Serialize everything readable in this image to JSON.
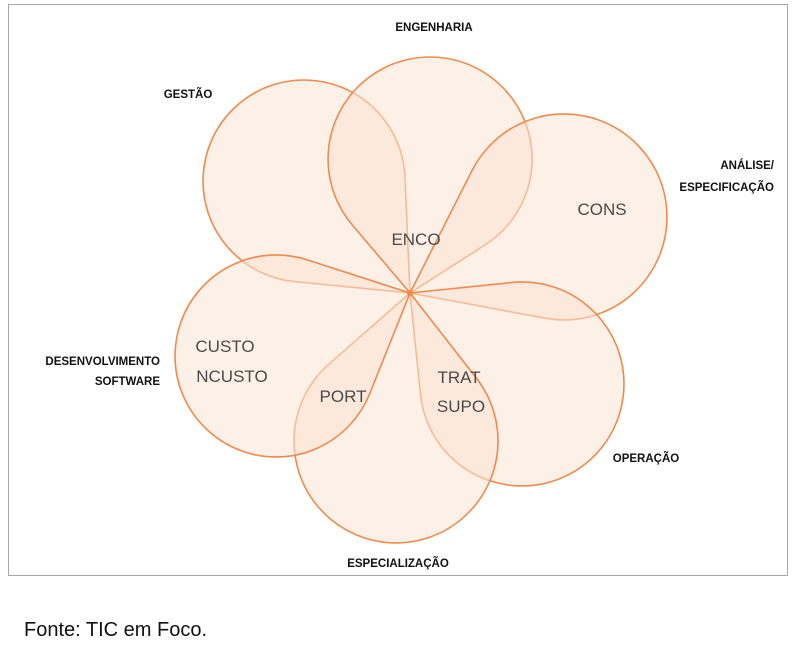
{
  "diagram": {
    "categories": {
      "engenharia": "ENGENHARIA",
      "gestao": "GESTÃO",
      "analise_line1": "ANÁLISE/",
      "analise_line2": "ESPECIFICAÇÃO",
      "desenvolvimento_line1": "DESENVOLVIMENTO",
      "desenvolvimento_line2": "SOFTWARE",
      "operacao": "OPERAÇÃO",
      "especializacao": "ESPECIALIZAÇÃO"
    },
    "inner_labels": {
      "enco": "ENCO",
      "cons": "CONS",
      "custo": "CUSTO",
      "ncusto": "NCUSTO",
      "port": "PORT",
      "trat": "TRAT",
      "supo": "SUPO"
    },
    "colors": {
      "petal_fill": "#fbe3d4",
      "petal_stroke": "#ef8a4c",
      "petal_fill_opacity": "0.55"
    }
  },
  "caption": "Fonte: TIC em Foco."
}
